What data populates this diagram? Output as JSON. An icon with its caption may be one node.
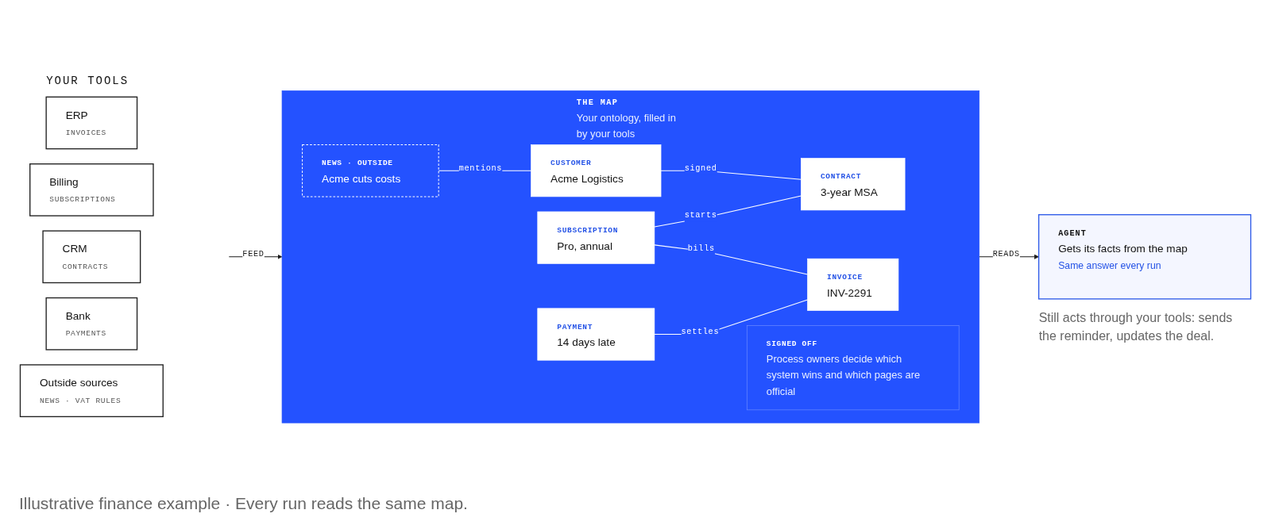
{
  "diagram": {
    "caption": "Illustrative finance example · Every run reads the same map.",
    "nodes": [
      {
        "text": [
          "ERP",
          "INVOICES"
        ]
      },
      {
        "text": [
          "Billing",
          "SUBSCRIPTIONS"
        ]
      },
      {
        "text": [
          "CRM",
          "CONTRACTS"
        ]
      },
      {
        "text": [
          "Bank",
          "PAYMENTS"
        ]
      },
      {
        "text": [
          "Outside sources",
          "NEWS · VAT RULES"
        ]
      },
      {
        "text": [
          "THE MAP",
          "Your ontology, filled in by your tools"
        ]
      },
      {
        "text": [
          "NEWS · OUTSIDE",
          "Acme cuts costs"
        ],
        "in": 5
      },
      {
        "text": [
          "CUSTOMER",
          "Acme Logistics"
        ],
        "in": 5
      },
      {
        "text": [
          "CONTRACT",
          "3-year MSA"
        ],
        "in": 5
      },
      {
        "text": [
          "SUBSCRIPTION",
          "Pro, annual"
        ],
        "in": 5
      },
      {
        "text": [
          "PAYMENT",
          "14 days late"
        ],
        "in": 5
      },
      {
        "text": [
          "INVOICE",
          "INV-2291"
        ],
        "in": 5
      },
      {
        "text": [
          "SIGNED OFF",
          "Process owners decide which system wins and which pages are official"
        ],
        "in": 5
      },
      {
        "text": [
          "AGENT",
          "Gets its facts from the map",
          "Same answer every run"
        ],
        "beside": [
          "Still acts through your tools: sends the reminder, updates the deal."
        ]
      }
    ],
    "edges": [
      {
        "from": null,
        "to": 5,
        "arrow": "to",
        "label": "FEED",
        "color": "#1a1a1a"
      },
      {
        "from": 6,
        "to": 7,
        "arrow": "none",
        "label": "mentions"
      },
      {
        "from": 7,
        "to": 8,
        "arrow": "none",
        "label": "signed"
      },
      {
        "from": 9,
        "to": 8,
        "arrow": "none",
        "label": "starts"
      },
      {
        "from": 9,
        "to": 11,
        "arrow": "none",
        "label": "bills"
      },
      {
        "from": 10,
        "to": 11,
        "arrow": "none",
        "label": "settles"
      },
      {
        "from": 5,
        "to": 13,
        "arrow": "to",
        "label": "READS",
        "color": "#1a1a1a"
      }
    ],
    "labels": [
      "YOUR TOOLS"
    ]
  }
}
